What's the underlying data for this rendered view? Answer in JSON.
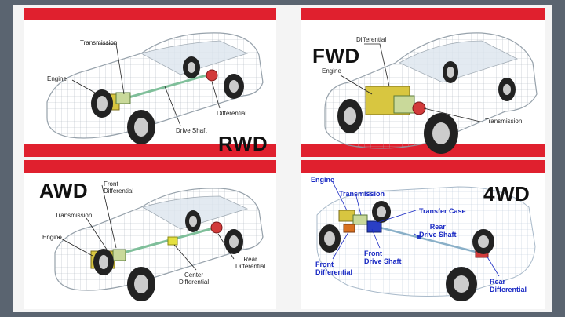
{
  "colors": {
    "accent_red": "#e0202e",
    "wireframe": "#9aa6b0",
    "engine_yellow": "#d8c640",
    "differential_red": "#d23a3a",
    "shaft_green": "#7fbf9a",
    "transfer_blue": "#2a3fc4"
  },
  "panels": {
    "rwd": {
      "tag": "RWD",
      "labels": {
        "transmission": "Transmission",
        "engine": "Engine",
        "differential": "Differential",
        "drive_shaft": "Drive Shaft"
      }
    },
    "fwd": {
      "tag": "FWD",
      "labels": {
        "differential": "Differential",
        "engine": "Engine",
        "transmission": "Transmission"
      }
    },
    "awd": {
      "tag": "AWD",
      "labels": {
        "front_differential": "Front\nDifferential",
        "transmission": "Transmission",
        "engine": "Engine",
        "center_differential": "Center\nDifferential",
        "rear_differential": "Rear\nDifferential"
      }
    },
    "4wd": {
      "tag": "4WD",
      "labels": {
        "engine": "Engine",
        "transmission": "Transmission",
        "transfer_case": "Transfer Case",
        "rear_drive_shaft": "Rear\nDrive Shaft",
        "front_drive_shaft": "Front\nDrive Shaft",
        "front_differential": "Front\nDifferential",
        "rear_differential": "Rear\nDifferential"
      }
    }
  }
}
